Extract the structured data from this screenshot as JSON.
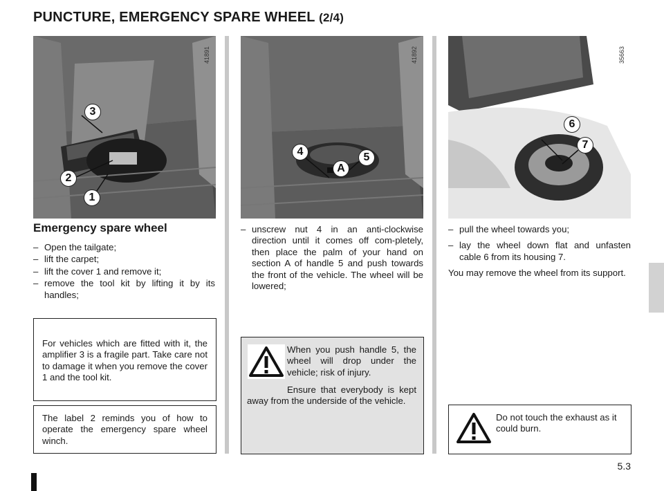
{
  "header": {
    "title": "PUNCTURE, EMERGENCY SPARE WHEEL",
    "part": "(2/4)"
  },
  "photos": [
    {
      "id": "41891",
      "callouts": [
        "3",
        "2",
        "1"
      ]
    },
    {
      "id": "41892",
      "callouts": [
        "4",
        "5",
        "A"
      ]
    },
    {
      "id": "35663",
      "callouts": [
        "6",
        "7"
      ]
    }
  ],
  "col1": {
    "heading": "Emergency spare wheel",
    "steps": [
      "Open the tailgate;",
      "lift the carpet;",
      "lift the cover 1 and remove it;",
      "remove the tool kit by lifting it by its handles;"
    ],
    "note1": "For vehicles which are fitted with it, the amplifier 3 is a fragile part. Take care not to damage it when you remove the cover 1 and the tool kit.",
    "note2": "The label 2 reminds you of how to operate the emergency spare wheel winch."
  },
  "col2": {
    "step": "unscrew nut 4 in an anti-clockwise direction until it comes off com-pletely, then place the palm of your hand on section A of handle 5 and push towards the front of the vehicle. The wheel will be lowered;",
    "warning_line1": "When you push handle 5, the wheel will drop under the vehicle; risk of injury.",
    "warning_line2": "Ensure that everybody is kept away from the underside of the vehicle."
  },
  "col3": {
    "steps": [
      "pull the wheel towards you;",
      "lay the wheel down flat and unfasten cable 6 from its housing 7."
    ],
    "para": "You may remove the wheel from its support.",
    "warning": "Do not touch the exhaust as it could burn."
  },
  "footer": {
    "page_number": "5.3"
  }
}
